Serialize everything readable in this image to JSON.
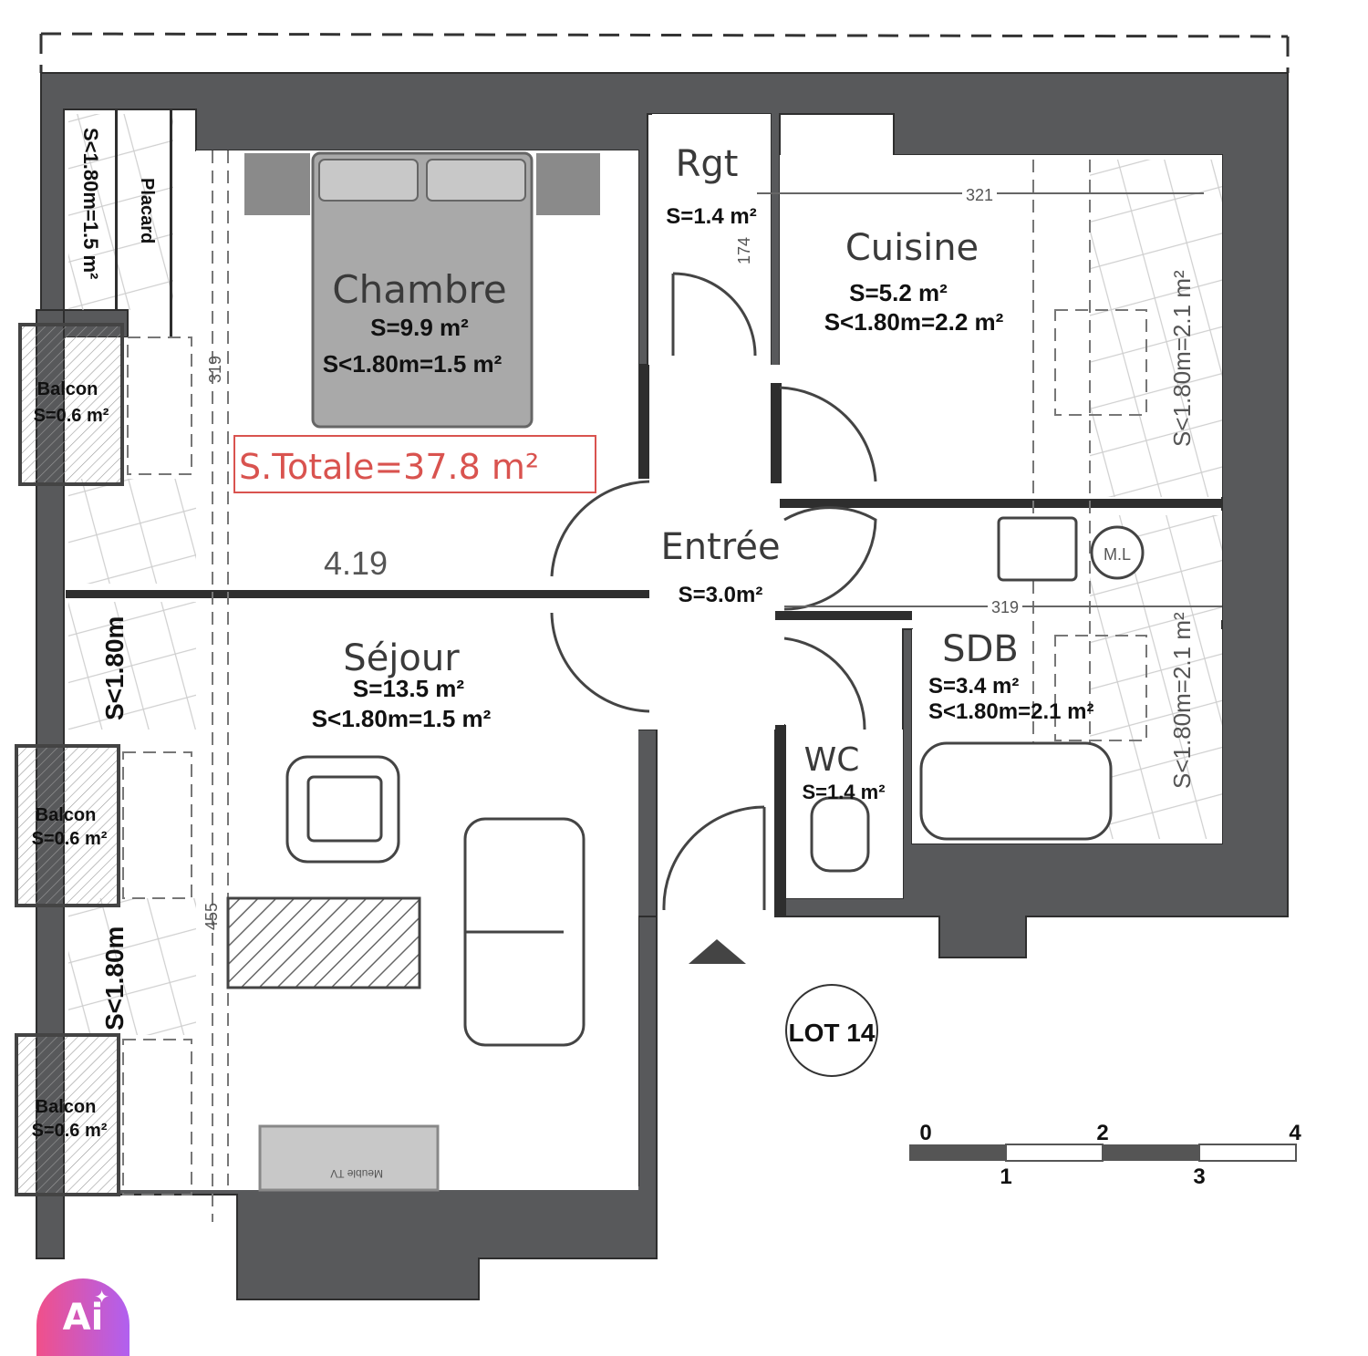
{
  "plan": {
    "lot_label": "LOT 14",
    "total_area": "S.Totale=37.8  m²",
    "rooms": {
      "chambre": {
        "name": "Chambre",
        "area": "S=9.9 m²",
        "low_area": "S<1.80m=1.5 m²"
      },
      "rgt": {
        "name": "Rgt",
        "area": "S=1.4 m²"
      },
      "cuisine": {
        "name": "Cuisine",
        "area": "S=5.2 m²",
        "low_area": "S<1.80m=2.2 m²"
      },
      "entree": {
        "name": "Entrée",
        "area": "S=3.0m²"
      },
      "sejour": {
        "name": "Séjour",
        "area": "S=13.5 m²",
        "low_area": "S<1.80m=1.5 m²"
      },
      "sdb": {
        "name": "SDB",
        "area": "S=3.4 m²",
        "low_area": "S<1.80m=2.1 m²"
      },
      "wc": {
        "name": "WC",
        "area": "S=1.4 m²"
      }
    },
    "balconies": [
      {
        "name": "Balcon",
        "area": "S=0.6 m²"
      },
      {
        "name": "Balcon",
        "area": "S=0.6 m²"
      },
      {
        "name": "Balcon",
        "area": "S=0.6 m²"
      }
    ],
    "placard": {
      "name": "Placard",
      "low_area": "S<1.80m=1.5 m²"
    },
    "low_height_labels": {
      "sejour_upper": "S<1.80m",
      "sejour_lower": "S<1.80m",
      "cuisine_side": "S<1.80m=2.1  m²",
      "sdb_side": "S<1.80m=2.1  m²"
    },
    "dimensions": {
      "width_419": "4.19",
      "chambre_319": "319",
      "sejour_455": "455",
      "rgt_174": "174",
      "cuisine_321": "321",
      "sdb_319": "319"
    },
    "fixtures": {
      "washing_machine": "M.L",
      "tv_furniture": "Meuble TV"
    },
    "scale_bar": {
      "top_ticks": [
        "0",
        "2",
        "4"
      ],
      "bottom_ticks": [
        "1",
        "3"
      ],
      "dark_color": "#555555"
    },
    "colors": {
      "wall": "#58595b",
      "total_box": "#d9534f",
      "bed": "#a9a9a9"
    }
  },
  "badge": {
    "label": "Ai",
    "spark": "✦"
  }
}
